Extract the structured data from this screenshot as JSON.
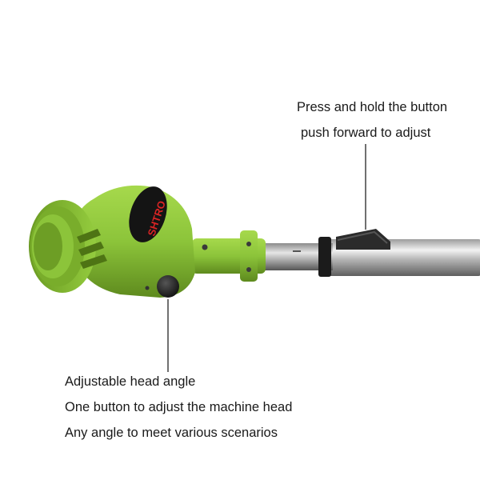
{
  "callouts": {
    "top": [
      "Press and hold the button",
      "push forward to adjust"
    ],
    "bottom": [
      "Adjustable head angle",
      "One button to adjust the machine head",
      "Any angle to meet various scenarios"
    ]
  },
  "product": {
    "brand_logo_text": "SHTRO"
  },
  "colors": {
    "housing_green": "#8cc43a",
    "shaft_steel": "#b9b9b9",
    "logo_red": "#d82424"
  }
}
